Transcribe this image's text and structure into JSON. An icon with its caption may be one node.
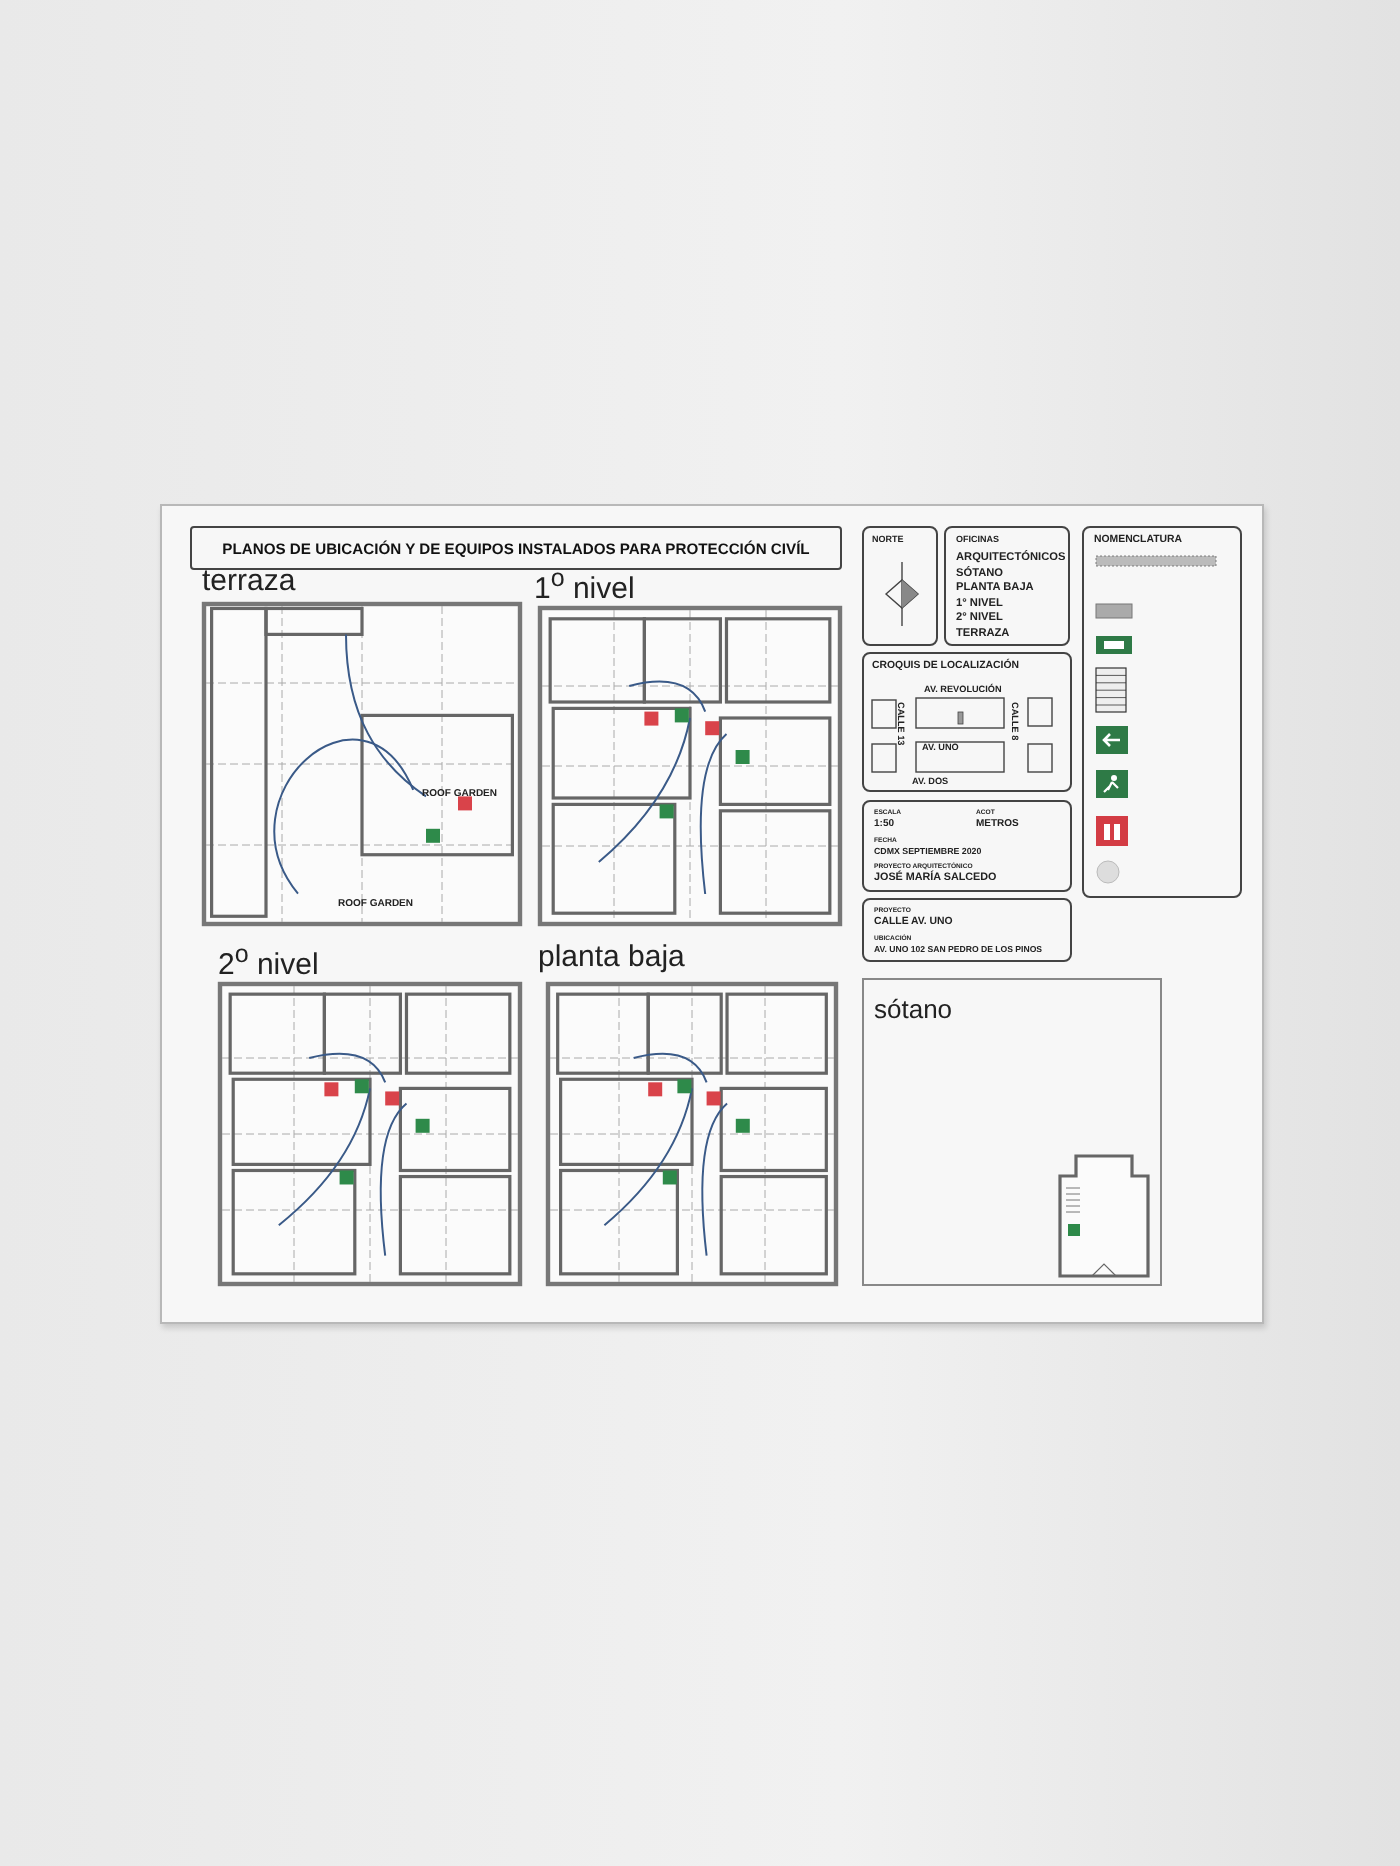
{
  "diagram": {
    "title": "PLANOS DE UBICACIÓN Y DE EQUIPOS INSTALADOS PARA PROTECCIÓN CIVÍL",
    "nodes": [
      {
        "text": [
          "terraza"
        ]
      },
      {
        "text": [
          "1$^{o}$ nivel"
        ]
      },
      {
        "text": [
          "2$^{o}$ nivel"
        ]
      },
      {
        "text": [
          "planta baja"
        ]
      },
      {
        "text": [
          "NORTE"
        ]
      },
      {
        "text": [
          "OFICINAS",
          "ARQUITECTÓNICOS",
          "SÓTANO",
          "PLANTA BAJA",
          "1° NIVEL",
          "2° NIVEL",
          "TERRAZA"
        ]
      },
      {
        "text": [
          "CROQUIS DE LOCALIZACIÓN"
        ]
      },
      {
        "text": [
          "ESCALA",
          "1:50",
          "ACOT",
          "METROS",
          "FECHA",
          "CDMX SEPTIEMBRE 2020",
          "PROYECTO ARQUITECTÓNICO",
          "JOSÉ MARÍA SALCEDO"
        ]
      },
      {
        "text": [
          "PROYECTO",
          "CALLE AV. UNO",
          "UBICACIÓN",
          "AV. UNO 102 SAN PEDRO DE LOS PINOS"
        ]
      },
      {
        "text": [
          "NOMENCLATURA"
        ]
      },
      {
        "text": [
          "sótano"
        ]
      }
    ],
    "labels": [
      "ROOF GARDEN",
      "ROOF GARDEN",
      "AV. REVOLUCIÓN",
      "CALLE 13",
      "AV. UNO",
      "CALLE 8",
      "AV. DOS"
    ]
  }
}
